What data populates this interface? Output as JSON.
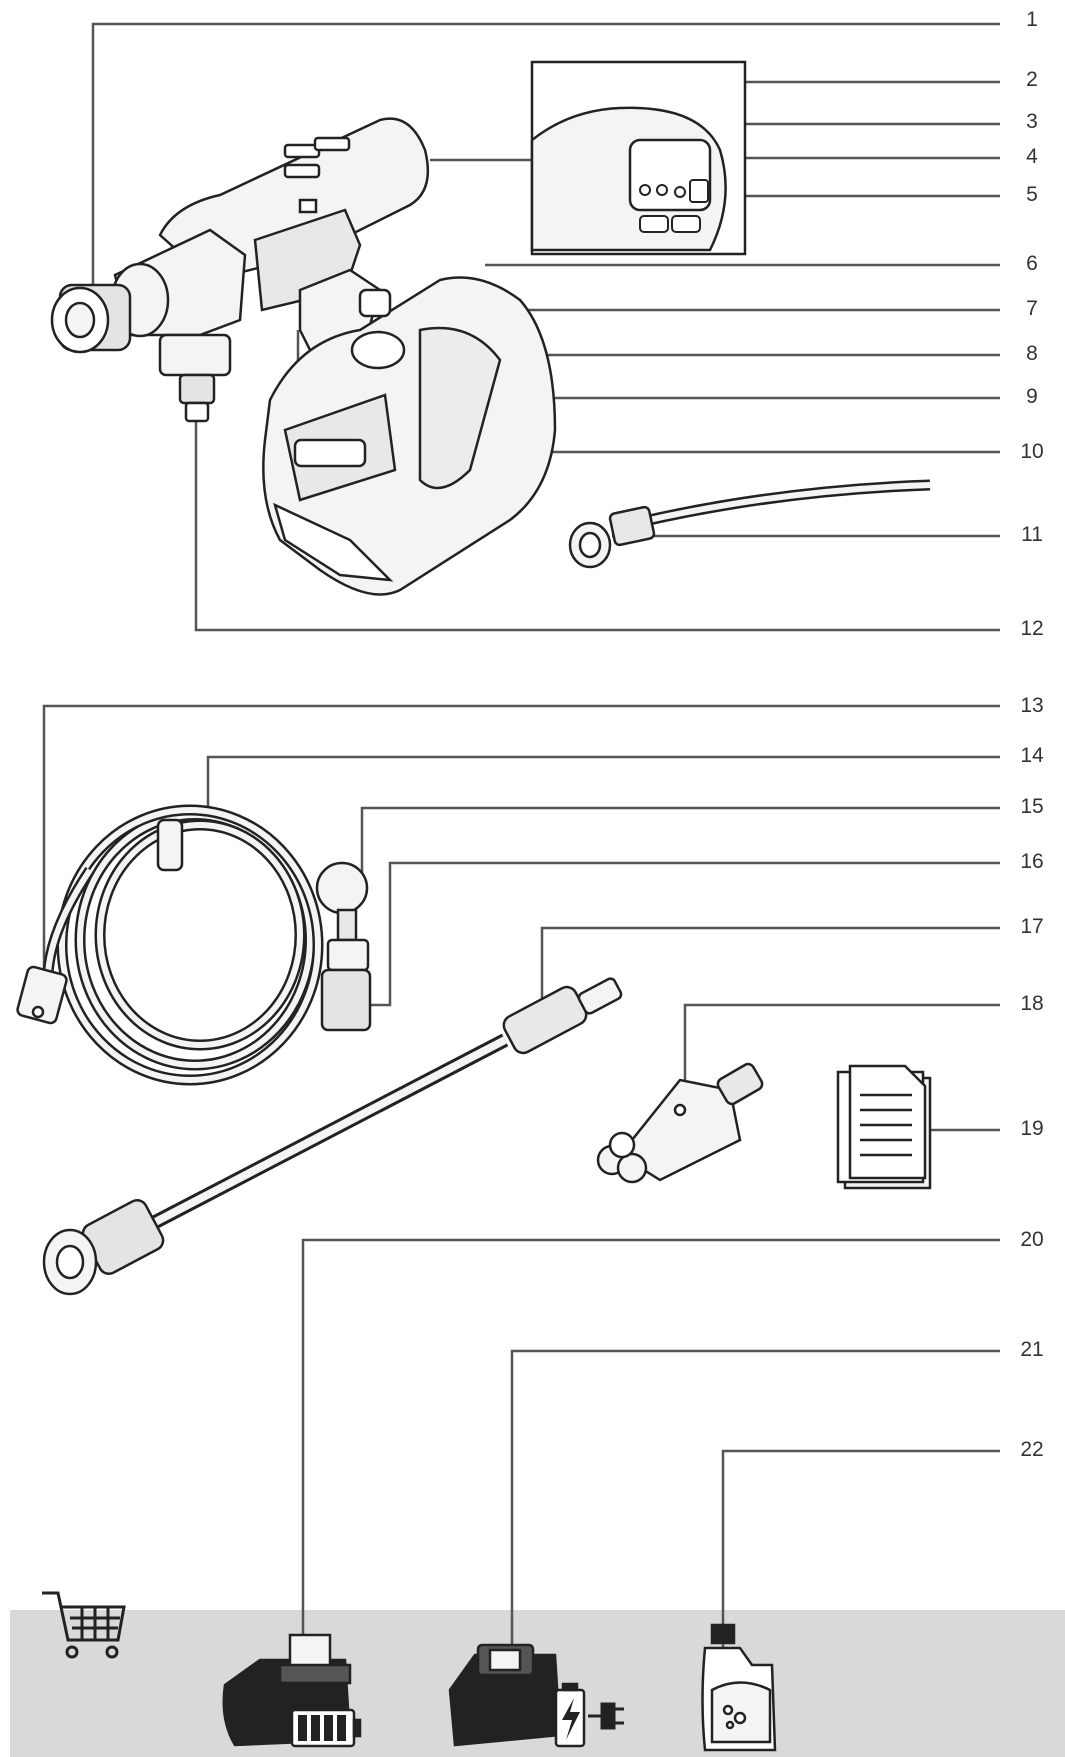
{
  "callouts": [
    "1",
    "2",
    "3",
    "4",
    "5",
    "6",
    "7",
    "8",
    "9",
    "10",
    "11",
    "12",
    "13",
    "14",
    "15",
    "16",
    "17",
    "18",
    "19",
    "20",
    "21",
    "22"
  ],
  "colors": {
    "line": "#555555",
    "ink": "#222222",
    "body_fill": "#f4f4f4",
    "accessory_band": "#d9d9d9"
  },
  "icons": {
    "cart": "shopping-cart-icon",
    "battery_level": "battery-level-icon",
    "charging": "battery-charging-icon",
    "plug": "power-plug-icon"
  }
}
